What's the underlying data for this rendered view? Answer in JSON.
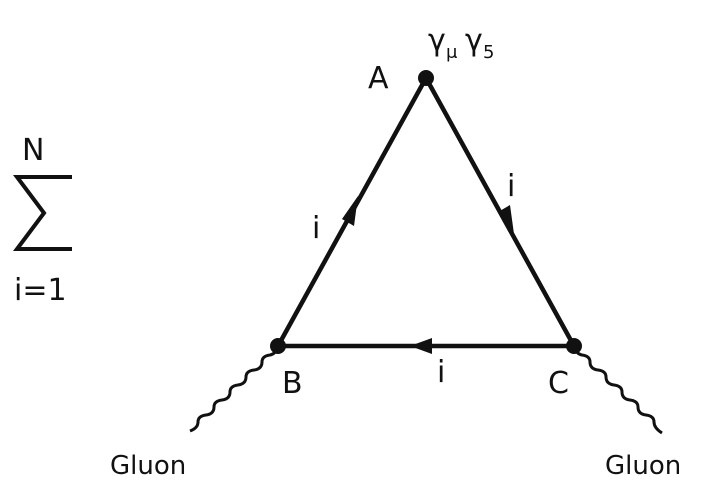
{
  "sum": {
    "upper": "N",
    "lower": "i=1"
  },
  "vertices": {
    "a": "A",
    "b": "B",
    "c": "C"
  },
  "coupling": {
    "gamma1": "γ",
    "mu": "μ",
    "gamma2": "γ",
    "five": "5"
  },
  "edges": {
    "left": "i",
    "right": "i",
    "bottom": "i"
  },
  "gluons": {
    "left": "Gluon",
    "right": "Gluon"
  }
}
